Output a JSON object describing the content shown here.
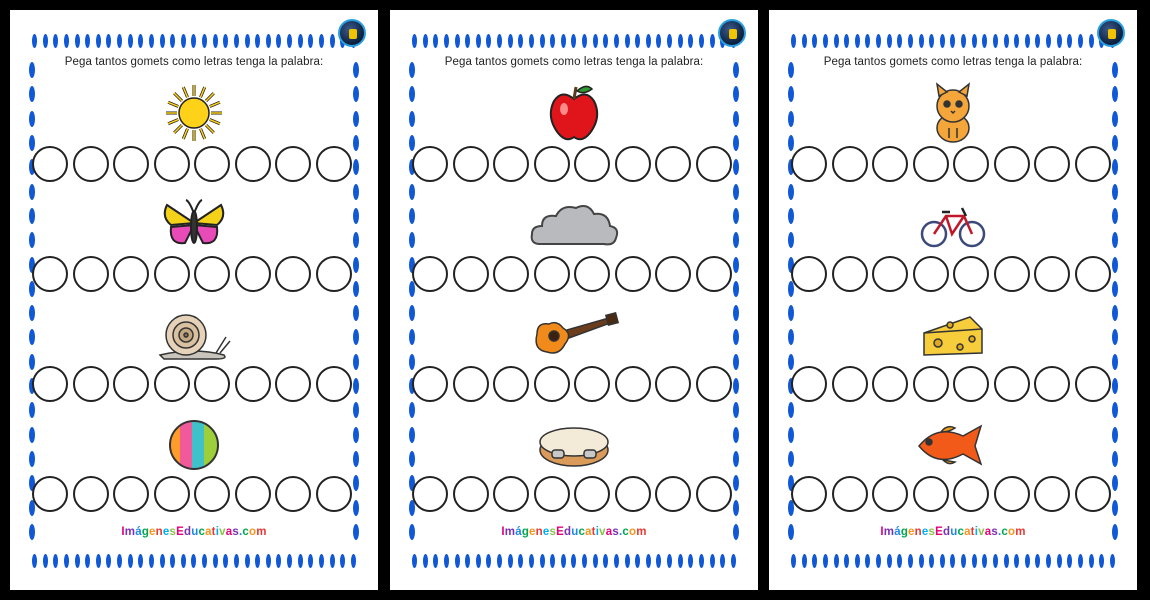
{
  "instruction": "Pega tantos gomets como letras tenga la palabra:",
  "footer_text": "ImágenesEducativas.com",
  "footer_colors": [
    "#e4007c",
    "#7b2fb5",
    "#1e88e5",
    "#00a651",
    "#f7941d",
    "#e53935",
    "#00aeef",
    "#8bc34a",
    "#e4007c",
    "#7b2fb5",
    "#1e88e5",
    "#00a651",
    "#f7941d",
    "#e53935",
    "#00aeef",
    "#8bc34a",
    "#e4007c",
    "#7b2fb5",
    "#1e88e5",
    "#00a651",
    "#f7941d",
    "#e53935"
  ],
  "accent_color": "#1158d6",
  "circles_per_row": 8,
  "sheets": [
    {
      "items": [
        "sun-icon",
        "butterfly-icon",
        "snail-icon",
        "ball-icon"
      ]
    },
    {
      "items": [
        "apple-icon",
        "cloud-icon",
        "guitar-icon",
        "tambourine-icon"
      ]
    },
    {
      "items": [
        "cat-icon",
        "bicycle-icon",
        "cheese-icon",
        "fish-icon"
      ]
    }
  ]
}
